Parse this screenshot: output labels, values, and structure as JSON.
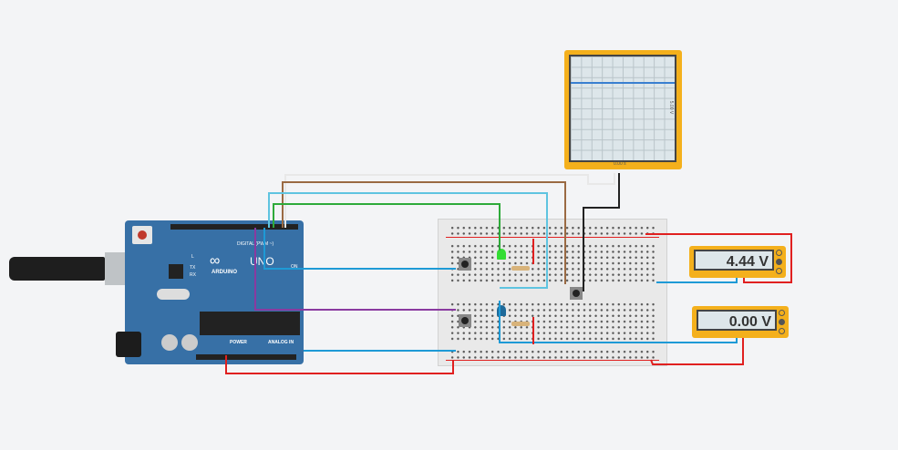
{
  "oscilloscope": {
    "time_label": "0.00 s",
    "voltage_label": "5.00 V",
    "trace_level_fraction": 0.75,
    "trace_color": "#3a7fd0"
  },
  "multimeters": [
    {
      "reading": "4.44 V"
    },
    {
      "reading": "0.00 V"
    }
  ],
  "arduino": {
    "brand": "ARDUINO",
    "model": "UNO",
    "digital_label": "DIGITAL (PWM ~)",
    "power_label": "POWER",
    "analog_label": "ANALOG IN",
    "on_label": "ON",
    "tx": "TX",
    "rx": "RX",
    "l": "L"
  },
  "colors": {
    "board": "#3770a6",
    "instrument": "#f4b01c",
    "wire_red": "#e02020",
    "wire_blue": "#1e9ad6"
  }
}
